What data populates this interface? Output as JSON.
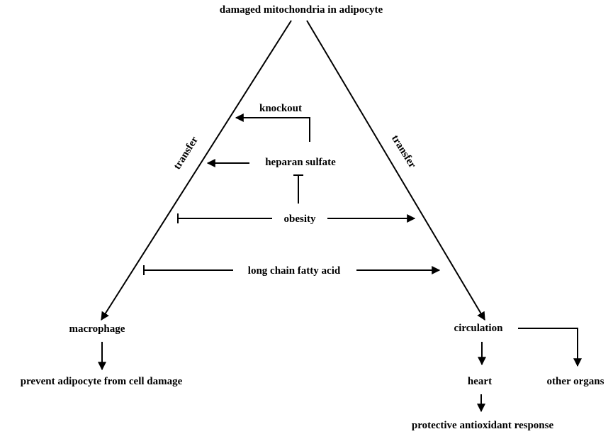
{
  "nodes": {
    "top": "damaged mitochondria in adipocyte",
    "knockout": "knockout",
    "heparan": "heparan sulfate",
    "obesity": "obesity",
    "fatty_acid": "long chain fatty acid",
    "macrophage": "macrophage",
    "prevent": "prevent adipocyte from cell damage",
    "circulation": "circulation",
    "heart": "heart",
    "other_organs": "other organs",
    "antioxidant": "protective antioxidant response"
  },
  "edges": {
    "transfer_left": "transfer",
    "transfer_right": "transfer"
  }
}
